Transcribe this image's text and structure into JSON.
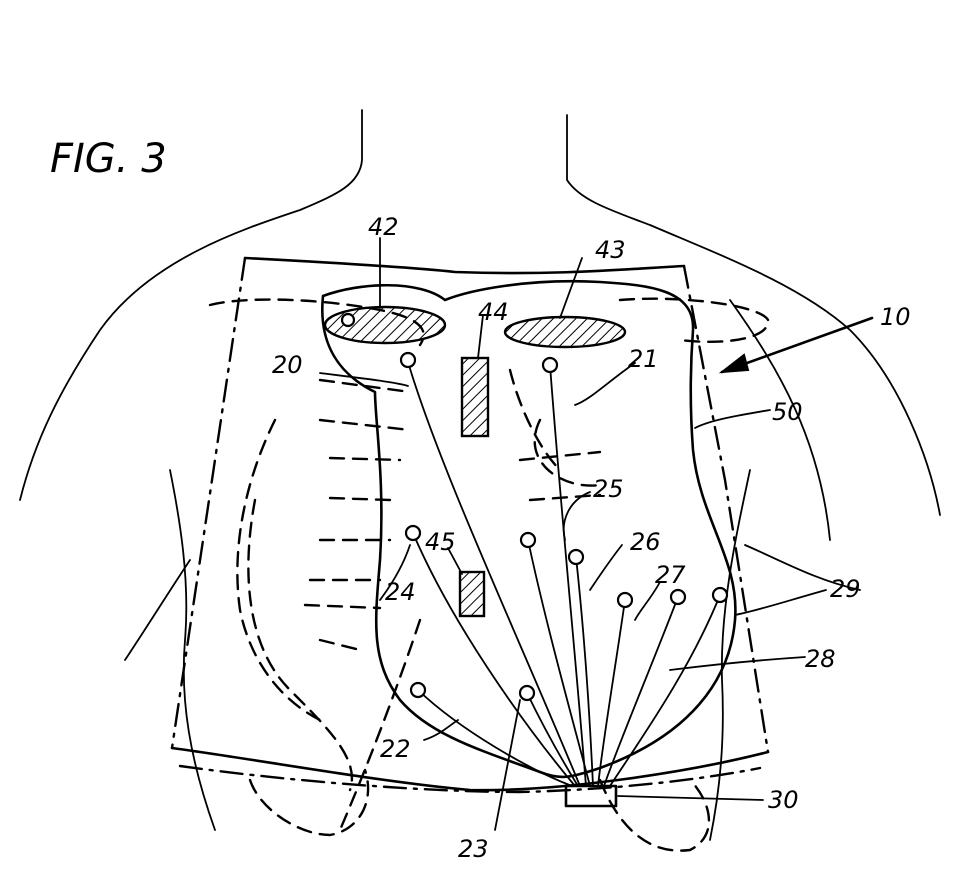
{
  "figure": {
    "title": "FIG. 3"
  },
  "labels": {
    "l10": "10",
    "l20": "20",
    "l21": "21",
    "l22": "22",
    "l23": "23",
    "l24": "24",
    "l25": "25",
    "l26": "26",
    "l27": "27",
    "l28": "28",
    "l29": "29",
    "l30": "30",
    "l42": "42",
    "l43": "43",
    "l44": "44",
    "l45": "45",
    "l50": "50"
  },
  "colors": {
    "ink": "#000000",
    "paper": "#ffffff"
  }
}
